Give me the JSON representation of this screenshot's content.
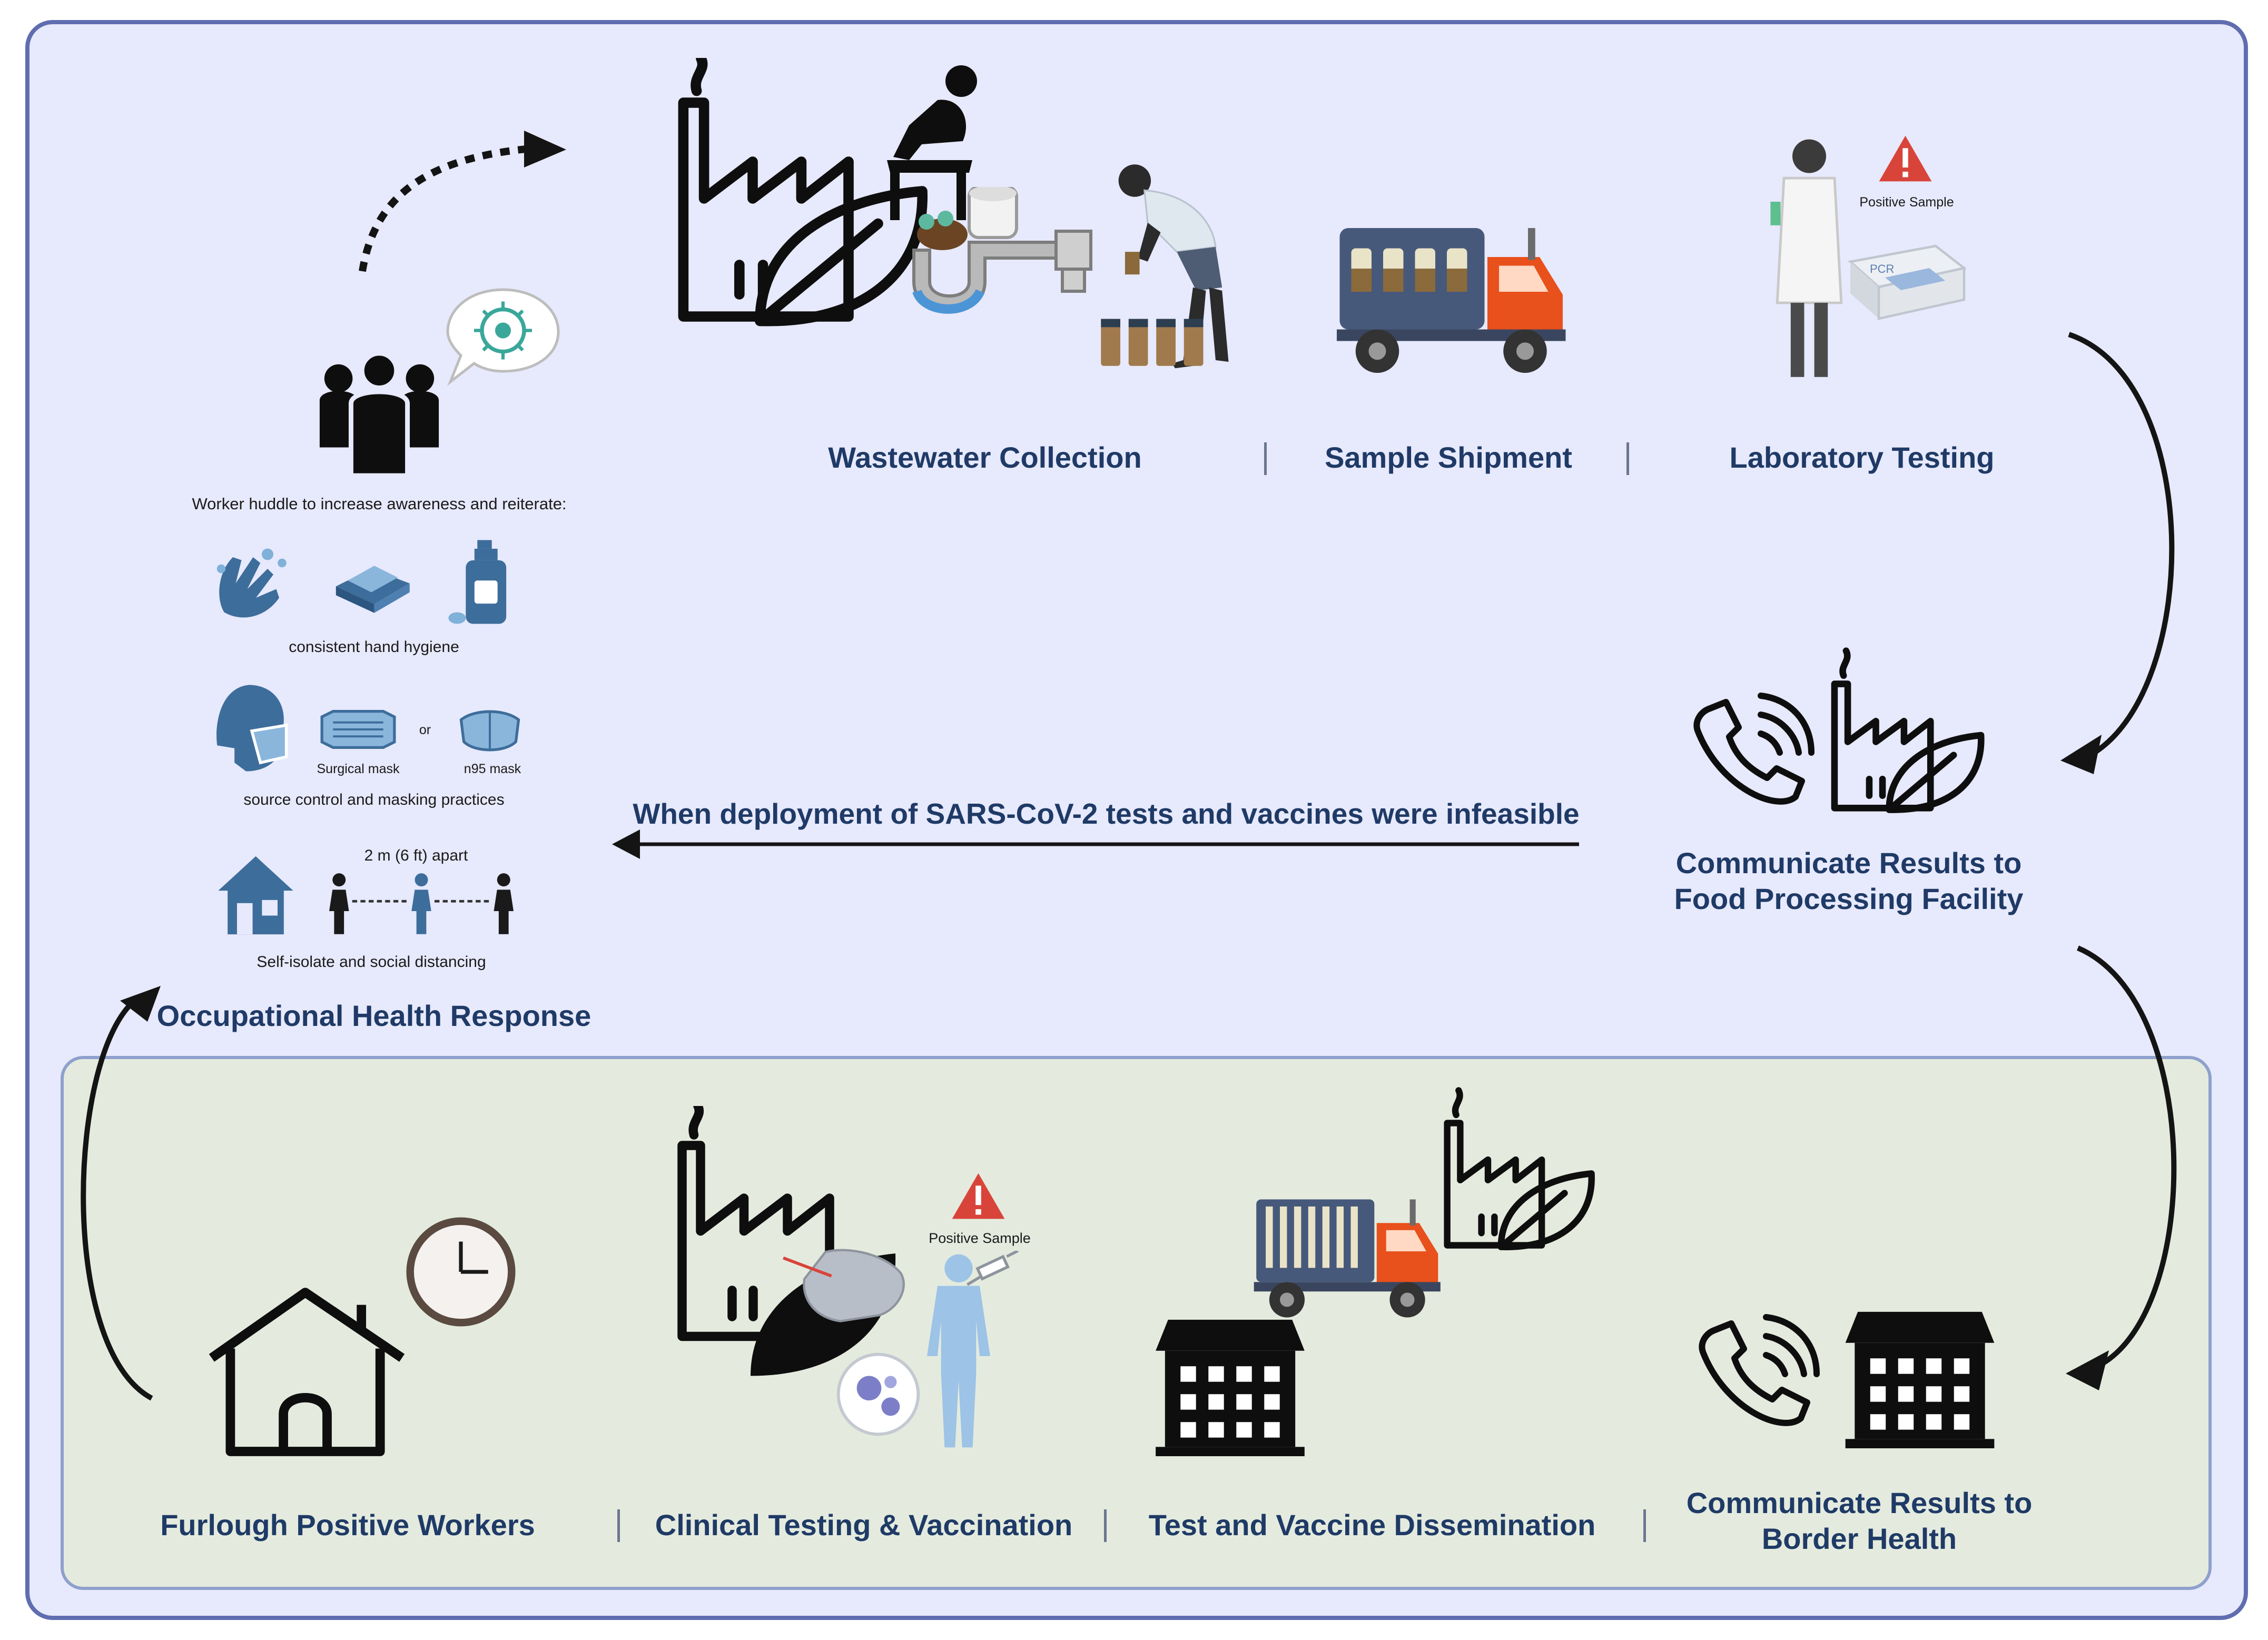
{
  "colors": {
    "outer_panel_fill": "#e7e9fc",
    "outer_panel_border": "#5f6db0",
    "inner_panel_fill": "#e4ebde",
    "inner_panel_border": "#8ea0cc",
    "title_text": "#1f3a66",
    "icon_blue": "#3d6d9b",
    "truck_cab": "#e8501c",
    "warning_red": "#d9443a"
  },
  "top_flow": {
    "wastewater_collection": "Wastewater Collection",
    "sample_shipment": "Sample Shipment",
    "laboratory_testing": "Laboratory Testing",
    "positive_sample_tag": "Positive Sample",
    "pcr_label": "PCR"
  },
  "communicate_food": {
    "line1": "Communicate Results to",
    "line2": "Food Processing Facility"
  },
  "condition_arrow_text": "When deployment of SARS-CoV-2 tests and vaccines were infeasible",
  "occupational": {
    "huddle_text": "Worker huddle to increase awareness and reiterate:",
    "hand_hygiene": "consistent hand hygiene",
    "surgical_mask": "Surgical mask",
    "or_word": "or",
    "n95_mask": "n95 mask",
    "masking": "source control and masking practices",
    "distance": "2 m (6 ft) apart",
    "isolate": "Self-isolate and social distancing",
    "title": "Occupational Health Response"
  },
  "bottom_flow": {
    "furlough": "Furlough Positive Workers",
    "clinical": "Clinical Testing & Vaccination",
    "positive_sample_tag": "Positive Sample",
    "dissemination": "Test and Vaccine Dissemination",
    "border_line1": "Communicate Results to",
    "border_line2": "Border Health"
  },
  "icons": [
    "factory-leaf-icon",
    "toilet-user-icon",
    "drain-pipe-icon",
    "sampling-worker-icon",
    "sample-truck-icon",
    "lab-scientist-icon",
    "pcr-machine-icon",
    "warning-icon",
    "phone-icon",
    "worker-group-icon",
    "virus-speech-bubble-icon",
    "hand-wash-icon",
    "soap-icon",
    "sanitizer-icon",
    "masked-face-icon",
    "surgical-mask-icon",
    "n95-mask-icon",
    "house-icon",
    "person-icon",
    "clock-icon",
    "swab-icon",
    "virus-dish-icon",
    "human-body-icon",
    "syringe-icon",
    "building-icon"
  ]
}
